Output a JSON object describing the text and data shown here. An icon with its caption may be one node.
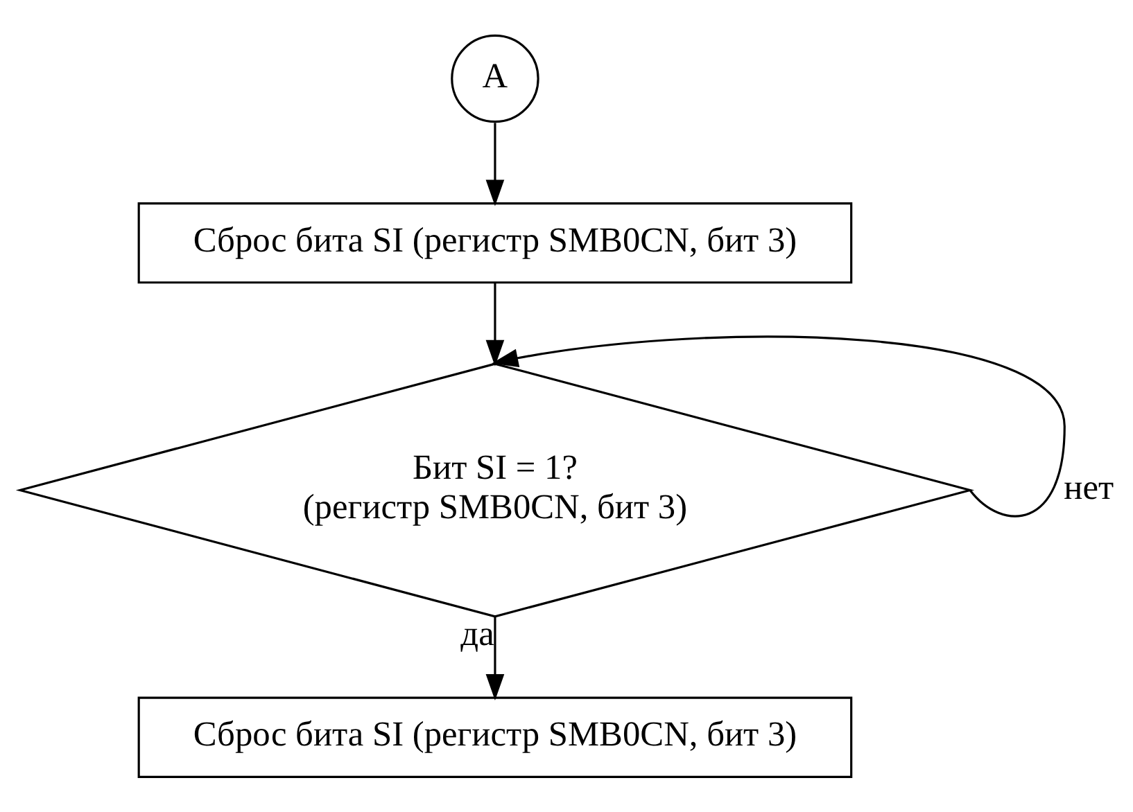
{
  "diagram": {
    "nodes": [
      {
        "text": [
          "A"
        ]
      },
      {
        "text": [
          "Сброс бита SI (регистр SMB0CN, бит 3)"
        ]
      },
      {
        "text": [
          "Бит SI = 1?",
          "(регистр SMB0CN, бит 3)"
        ]
      },
      {
        "text": [
          "Сброс бита SI (регистр SMB0CN, бит 3)"
        ]
      }
    ],
    "edges": [
      {
        "from": 0,
        "to": 1,
        "arrow": "to"
      },
      {
        "from": 1,
        "to": 2,
        "arrow": "to"
      },
      {
        "from": 2,
        "to": 3,
        "arrow": "to",
        "label": "да"
      },
      {
        "from": 2,
        "to": 2,
        "arrow": "to",
        "label": "нет"
      }
    ]
  }
}
